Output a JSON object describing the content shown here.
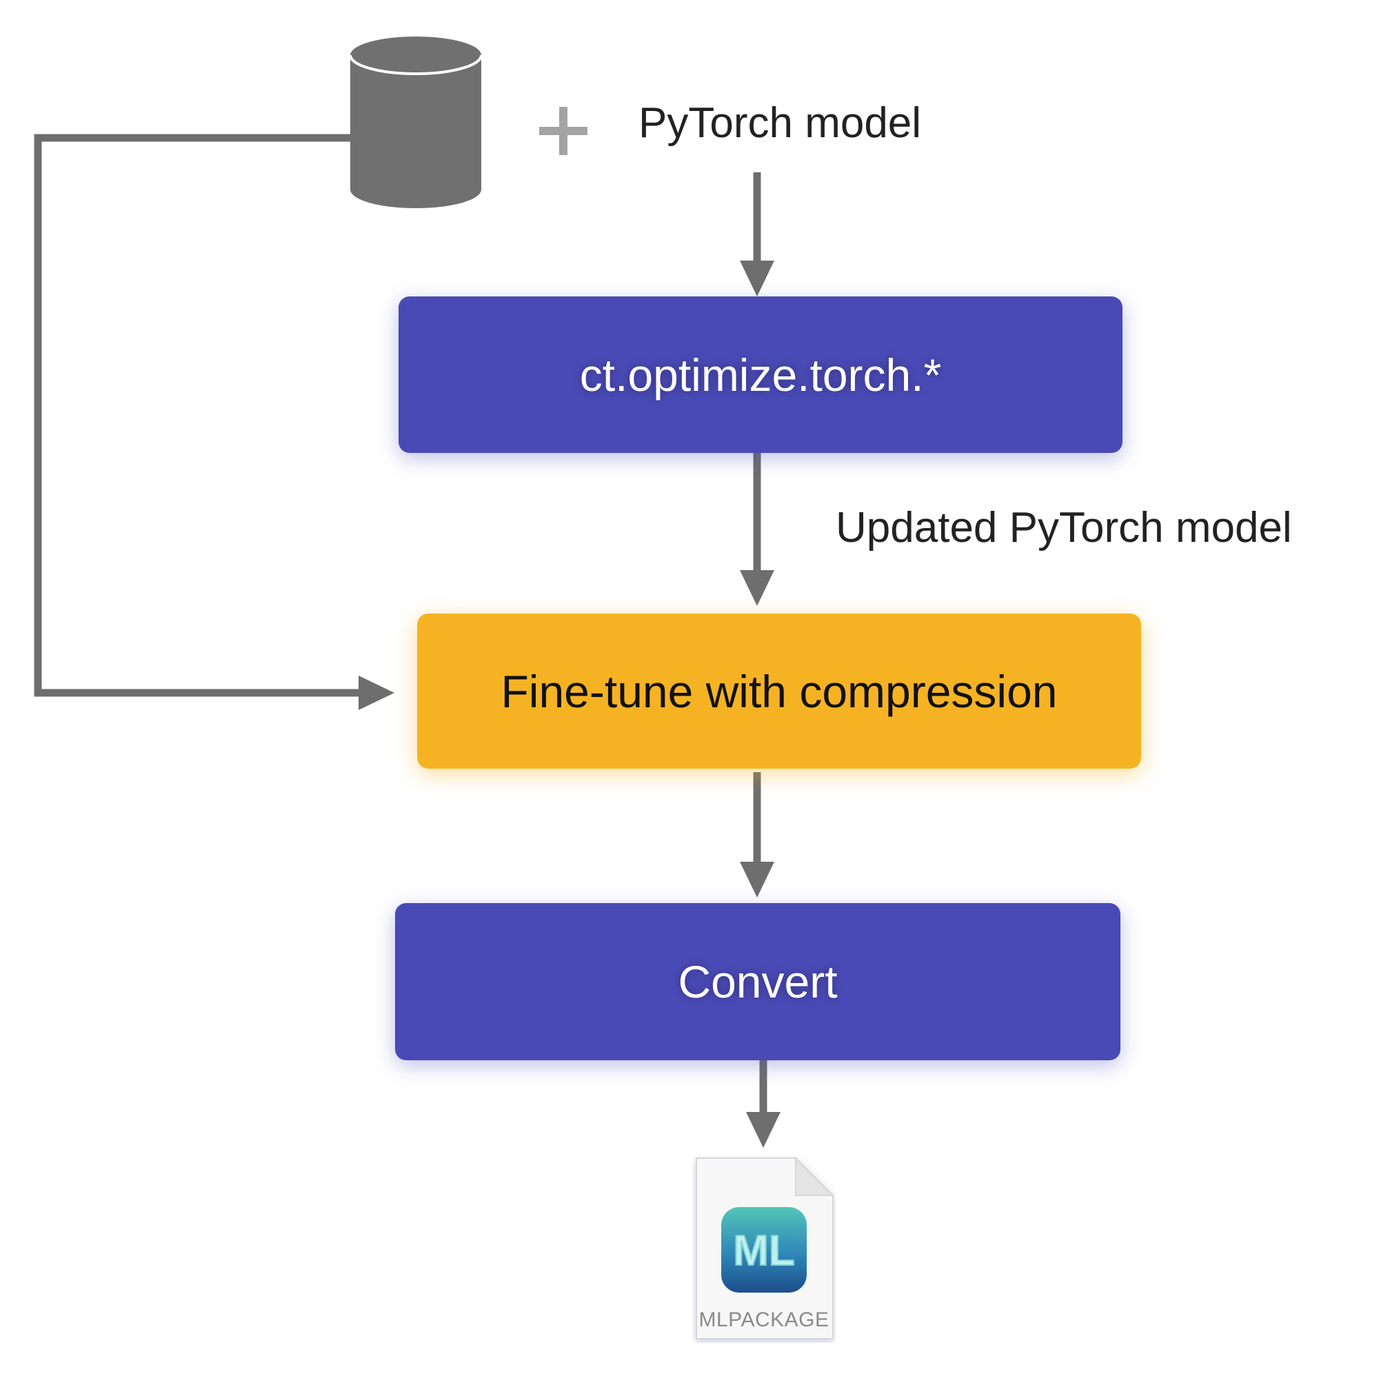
{
  "diagram": {
    "input_model_label": "PyTorch model",
    "plus_symbol": "plus-icon",
    "dataset_icon": "database-cylinder-icon",
    "step_optimize": "ct.optimize.torch.*",
    "intermediate_label": "Updated PyTorch model",
    "step_finetune": "Fine-tune with compression",
    "step_convert": "Convert",
    "output_file_caption": "MLPACKAGE",
    "output_file_badge": "ML",
    "output_file_icon": "mlpackage-file-icon"
  },
  "colors": {
    "primary_box": "#4a4ab6",
    "finetune_box": "#f5b324",
    "connector": "#6e6e6e",
    "database": "#707070",
    "plus": "#a3a3a3"
  }
}
